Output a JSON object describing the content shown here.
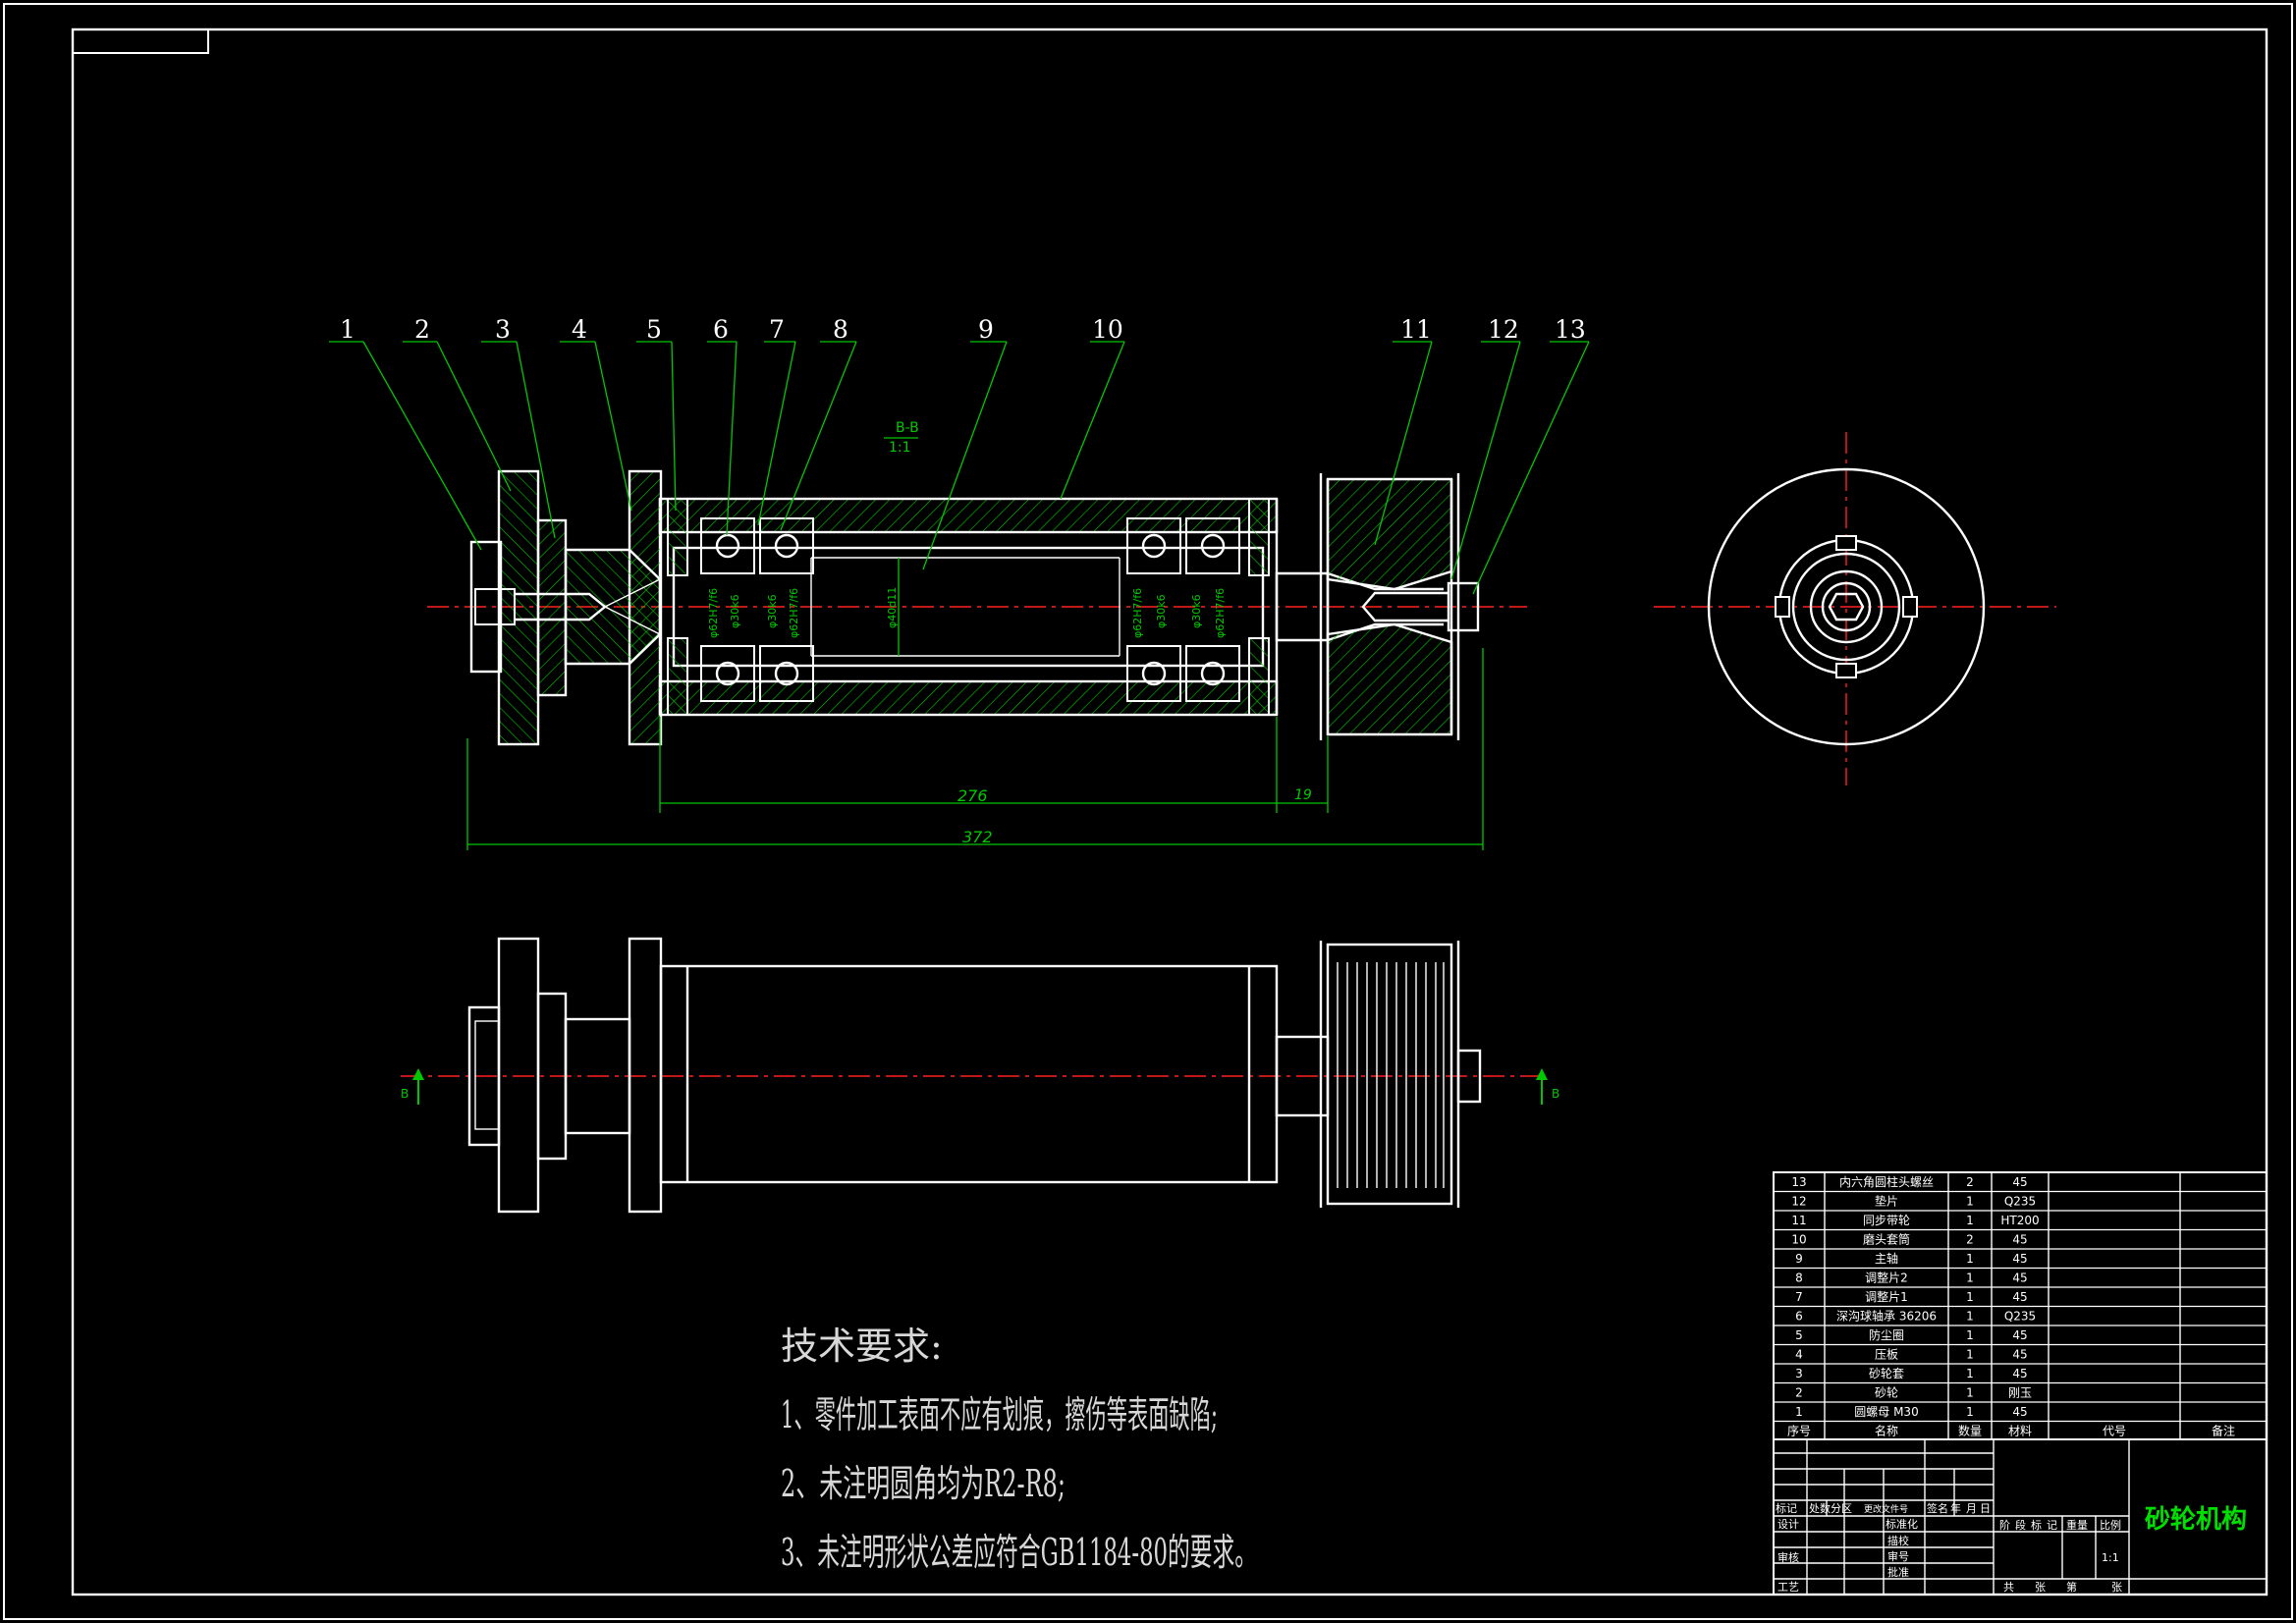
{
  "section_label": "B-B",
  "scale_label": "1:1",
  "view_mark": "B",
  "balloons": [
    "1",
    "2",
    "3",
    "4",
    "5",
    "6",
    "7",
    "8",
    "9",
    "10",
    "11",
    "12",
    "13"
  ],
  "dimensions": {
    "inner_length": "276",
    "offset": "19",
    "overall_length": "372",
    "fits": [
      "φ62H7/f6",
      "φ30k6",
      "φ30k6",
      "φ62H7/f6",
      "φ40d11",
      "φ62H7/f6",
      "φ30k6",
      "φ30k6",
      "φ62H7/f6"
    ]
  },
  "tech_requirements": {
    "title": "技术要求:",
    "items": [
      "1、零件加工表面不应有划痕，擦伤等表面缺陷;",
      "2、未注明圆角均为R2-R8;",
      "3、未注明形状公差应符合GB1184-80的要求。"
    ]
  },
  "parts_table": {
    "rows": [
      {
        "no": "13",
        "name": "内六角圆柱头螺丝",
        "qty": "2",
        "material": "45",
        "code": "",
        "remark": ""
      },
      {
        "no": "12",
        "name": "垫片",
        "qty": "1",
        "material": "Q235",
        "code": "",
        "remark": ""
      },
      {
        "no": "11",
        "name": "同步带轮",
        "qty": "1",
        "material": "HT200",
        "code": "",
        "remark": ""
      },
      {
        "no": "10",
        "name": "磨头套筒",
        "qty": "2",
        "material": "45",
        "code": "",
        "remark": ""
      },
      {
        "no": "9",
        "name": "主轴",
        "qty": "1",
        "material": "45",
        "code": "",
        "remark": ""
      },
      {
        "no": "8",
        "name": "调整片2",
        "qty": "1",
        "material": "45",
        "code": "",
        "remark": ""
      },
      {
        "no": "7",
        "name": "调整片1",
        "qty": "1",
        "material": "45",
        "code": "",
        "remark": ""
      },
      {
        "no": "6",
        "name": "深沟球轴承 36206",
        "qty": "1",
        "material": "Q235",
        "code": "",
        "remark": ""
      },
      {
        "no": "5",
        "name": "防尘圈",
        "qty": "1",
        "material": "45",
        "code": "",
        "remark": ""
      },
      {
        "no": "4",
        "name": "压板",
        "qty": "1",
        "material": "45",
        "code": "",
        "remark": ""
      },
      {
        "no": "3",
        "name": "砂轮套",
        "qty": "1",
        "material": "45",
        "code": "",
        "remark": ""
      },
      {
        "no": "2",
        "name": "砂轮",
        "qty": "1",
        "material": "刚玉",
        "code": "",
        "remark": ""
      },
      {
        "no": "1",
        "name": "圆螺母 M30",
        "qty": "1",
        "material": "45",
        "code": "",
        "remark": ""
      }
    ],
    "header": {
      "no": "序号",
      "name": "名称",
      "qty": "数量",
      "material": "材料",
      "code": "代号",
      "remark": "备注"
    }
  },
  "title_block": {
    "title": "砂轮机构",
    "mark_row": [
      "标记",
      "处数",
      "分区",
      "更改文件号",
      "签名",
      "年",
      "月",
      "日"
    ],
    "design": "设计",
    "standardize": "标准化",
    "drawn": "描校",
    "review": "审核",
    "process": "工艺",
    "check": "审号",
    "approve": "批准",
    "stage_labels": [
      "阶",
      "段",
      "标",
      "记"
    ],
    "weight_label": "重量",
    "scale_label": "比例",
    "scale_value": "1:1",
    "sheet_labels": [
      "共",
      "张",
      "第",
      "张"
    ]
  }
}
